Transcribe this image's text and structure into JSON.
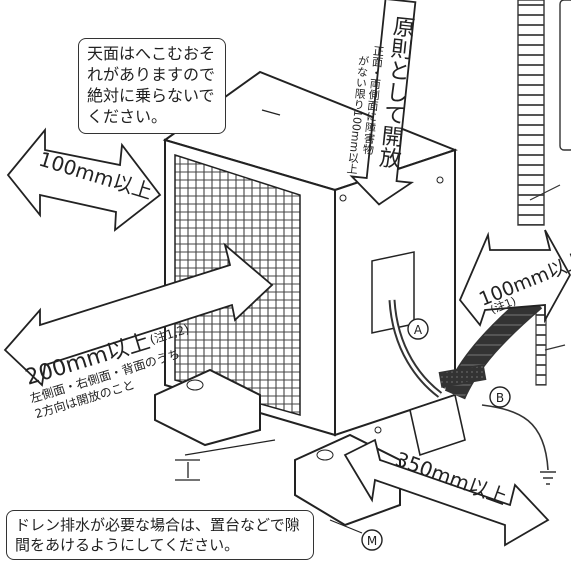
{
  "callouts": {
    "top_surface_warning": "天面はへこむおそれがありますので絶対に乗らないでください。",
    "drain_note": "ドレン排水が必要な場合は、置台などで隙間をあけるようにしてください。"
  },
  "clearances": {
    "top_open": "原則として開放",
    "top_sub_line1": "正面・両側面に障害物",
    "top_sub_line2": "がない限り100mm以上",
    "left_back": "100mm以上",
    "right_side": "100mm以上",
    "right_side_note": "(注1)",
    "left_side": "200mm以上",
    "left_side_note": "(注1,2)",
    "left_side_sub1": "左側面・右側面・背面のうち",
    "left_side_sub2": "2方向は開放のこと",
    "front": "350mm以上"
  },
  "markers": {
    "a": "Ⓐ",
    "b": "Ⓑ",
    "m": "Ⓜ"
  }
}
